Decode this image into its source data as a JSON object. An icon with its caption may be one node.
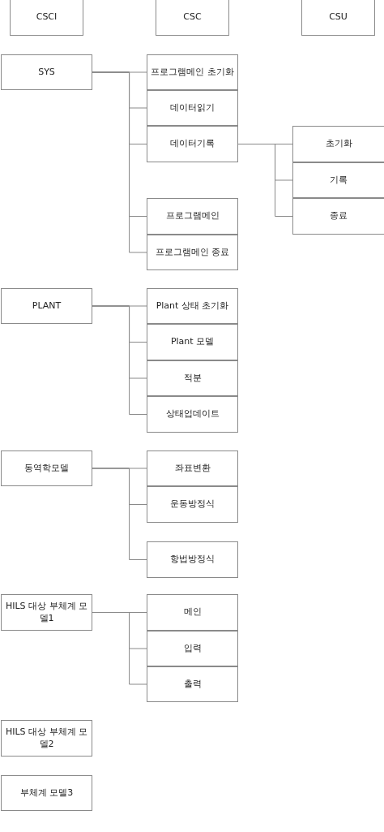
{
  "diagram": {
    "nodes": [
      {
        "text": [
          "CSCI"
        ]
      },
      {
        "text": [
          "CSC"
        ]
      },
      {
        "text": [
          "CSU"
        ]
      },
      {
        "text": [
          "SYS"
        ]
      },
      {
        "text": [
          "프로그램메인 초기화"
        ]
      },
      {
        "text": [
          "데이터읽기"
        ]
      },
      {
        "text": [
          "데이터기록"
        ]
      },
      {
        "text": [
          "초기화"
        ]
      },
      {
        "text": [
          "기록"
        ]
      },
      {
        "text": [
          "종료"
        ]
      },
      {
        "text": [
          "프로그램메인"
        ]
      },
      {
        "text": [
          "프로그램메인 종료"
        ]
      },
      {
        "text": [
          "PLANT"
        ]
      },
      {
        "text": [
          "Plant 상태 초기화"
        ]
      },
      {
        "text": [
          "Plant 모델"
        ]
      },
      {
        "text": [
          "적분"
        ]
      },
      {
        "text": [
          "상태업데이트"
        ]
      },
      {
        "text": [
          "동역학모델"
        ]
      },
      {
        "text": [
          "좌표변환"
        ]
      },
      {
        "text": [
          "운동방정식"
        ]
      },
      {
        "text": [
          "항법방정식"
        ]
      },
      {
        "text": [
          "HILS 대상 부체계 모델1"
        ]
      },
      {
        "text": [
          "메인"
        ]
      },
      {
        "text": [
          "입력"
        ]
      },
      {
        "text": [
          "출력"
        ]
      },
      {
        "text": [
          "HILS 대상 부체계 모델2"
        ]
      },
      {
        "text": [
          "부체계 모델3"
        ]
      }
    ],
    "edges": [
      {
        "from": 3,
        "to": 4,
        "arrow": "none"
      },
      {
        "from": 3,
        "to": 5,
        "arrow": "none"
      },
      {
        "from": 3,
        "to": 6,
        "arrow": "none"
      },
      {
        "from": 3,
        "to": 10,
        "arrow": "none"
      },
      {
        "from": 3,
        "to": 11,
        "arrow": "none"
      },
      {
        "from": 6,
        "to": 7,
        "arrow": "none"
      },
      {
        "from": 6,
        "to": 8,
        "arrow": "none"
      },
      {
        "from": 6,
        "to": 9,
        "arrow": "none"
      },
      {
        "from": 12,
        "to": 13,
        "arrow": "none"
      },
      {
        "from": 12,
        "to": 14,
        "arrow": "none"
      },
      {
        "from": 12,
        "to": 15,
        "arrow": "none"
      },
      {
        "from": 12,
        "to": 16,
        "arrow": "none"
      },
      {
        "from": 17,
        "to": 18,
        "arrow": "none"
      },
      {
        "from": 17,
        "to": 19,
        "arrow": "none"
      },
      {
        "from": 17,
        "to": 20,
        "arrow": "none"
      },
      {
        "from": 21,
        "to": 22,
        "arrow": "none"
      },
      {
        "from": 21,
        "to": 23,
        "arrow": "none"
      },
      {
        "from": 21,
        "to": 24,
        "arrow": "none"
      }
    ]
  }
}
